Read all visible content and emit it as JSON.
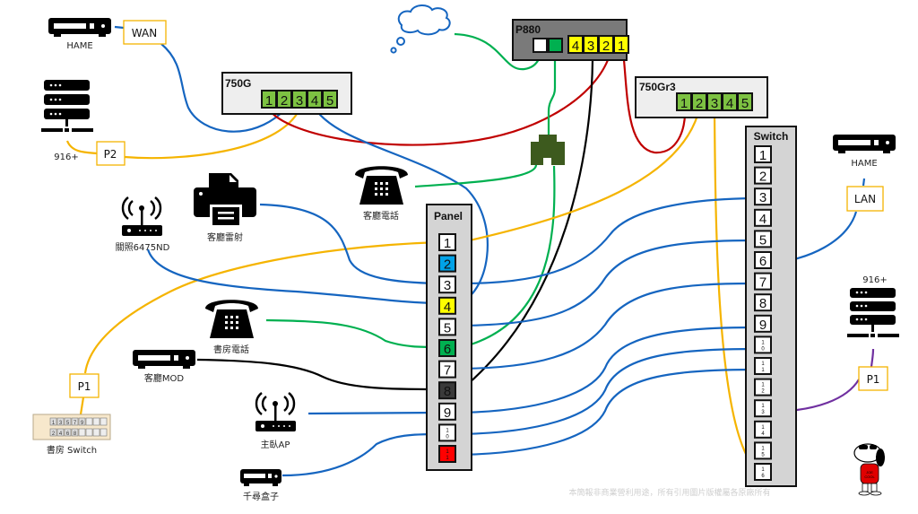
{
  "colors": {
    "blue": "#1565c0",
    "yellow": "#f5b400",
    "red": "#c00000",
    "green": "#00b050",
    "black": "#000000",
    "purple": "#7030a0",
    "port_green": "#7dc242",
    "port_yellow": "#ffff00",
    "panel_blue": "#00a2e8",
    "panel_dark": "#3a3a3a",
    "panel_red": "#ff0000",
    "jack_green": "#3d5a1e"
  },
  "devices": {
    "hame_top": "HAME",
    "nas_left": "916+",
    "router_750g": "750G",
    "router_p880": "P880",
    "router_750gr3": "750Gr3",
    "switch": "Switch",
    "panel": "Panel",
    "hame_right": "HAME",
    "nas_right": "916+",
    "ap_6475": "關照6475ND",
    "printer": "客廳雷射",
    "phone_living": "客廳電話",
    "phone_study": "書房電話",
    "mod": "客廳MOD",
    "ap_master": "主臥AP",
    "box": "千尋盒子",
    "study_switch": "書房 Switch"
  },
  "tags": {
    "wan": "WAN",
    "p2": "P2",
    "lan": "LAN",
    "p1_right": "P1",
    "p1_left": "P1"
  },
  "ports": {
    "r750g": [
      "1",
      "2",
      "3",
      "4",
      "5"
    ],
    "p880_lan": [
      "4",
      "3",
      "2",
      "1"
    ],
    "r750gr3": [
      "1",
      "2",
      "3",
      "4",
      "5"
    ],
    "switch": [
      "1",
      "2",
      "3",
      "4",
      "5",
      "6",
      "7",
      "8",
      "9",
      "10",
      "11",
      "12",
      "13",
      "14",
      "15",
      "16"
    ],
    "panel": [
      "1",
      "2",
      "3",
      "4",
      "5",
      "6",
      "7",
      "8",
      "9",
      "10",
      "11"
    ]
  },
  "watermark": "本簡報非商業營利用途，所有引用圖片版權屬各原廠所有"
}
